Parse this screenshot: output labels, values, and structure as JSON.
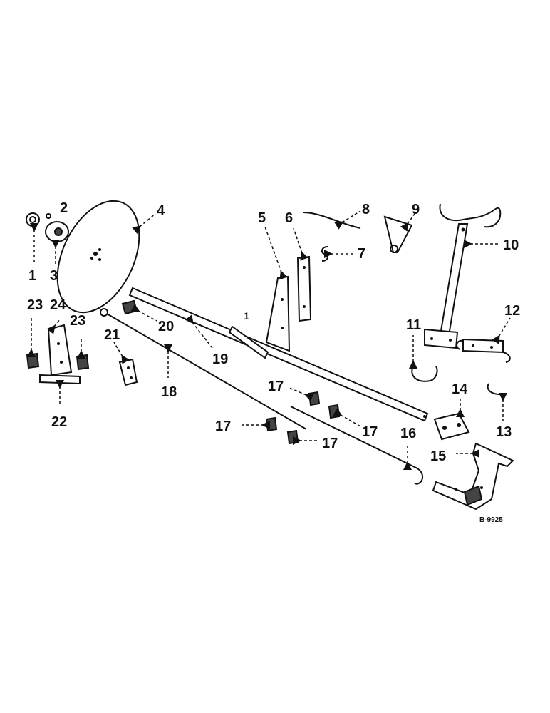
{
  "diagram": {
    "ref_code": "B-9925",
    "callouts": {
      "c1": "1",
      "c2": "2",
      "c3": "3",
      "c4": "4",
      "c5": "5",
      "c6": "6",
      "c7": "7",
      "c8": "8",
      "c9": "9",
      "c10": "10",
      "c11": "11",
      "c12": "12",
      "c13": "13",
      "c14": "14",
      "c15": "15",
      "c16": "16",
      "c17a": "17",
      "c17b": "17",
      "c17c": "17",
      "c17d": "17",
      "c18": "18",
      "c19": "19",
      "c20": "20",
      "c21": "21",
      "c22": "22",
      "c23a": "23",
      "c23b": "23",
      "c24": "24",
      "c1b": "1"
    }
  }
}
